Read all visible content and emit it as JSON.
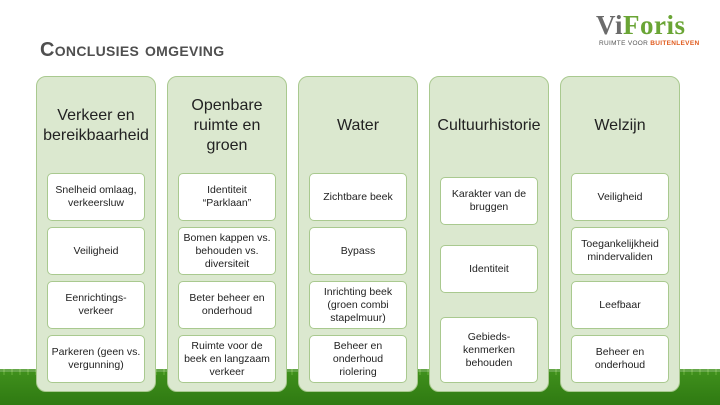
{
  "slide": {
    "title": "Conclusies omgeving",
    "logo": {
      "vi": "Vi",
      "foris": "Foris",
      "tagline_pre": "RUIMTE VOOR ",
      "tagline_accent": "BUITENLEVEN"
    }
  },
  "columns": [
    {
      "header": "Verkeer en bereikbaarheid",
      "items": [
        "Snelheid omlaag, verkeersluw",
        "Veiligheid",
        "Eenrichtings-verkeer",
        "Parkeren (geen vs. vergunning)"
      ]
    },
    {
      "header": "Openbare ruimte en groen",
      "items": [
        "Identiteit “Parklaan”",
        "Bomen kappen vs. behouden vs. diversiteit",
        "Beter beheer en onderhoud",
        "Ruimte voor de beek en langzaam verkeer"
      ]
    },
    {
      "header": "Water",
      "items": [
        "Zichtbare beek",
        "Bypass",
        "Inrichting beek (groen combi stapelmuur)",
        "Beheer en onderhoud riolering"
      ]
    },
    {
      "header": "Cultuurhistorie",
      "items": [
        "Karakter van de bruggen",
        "Identiteit",
        "Gebieds-kenmerken behouden"
      ]
    },
    {
      "header": "Welzijn",
      "items": [
        "Veiligheid",
        "Toegankelijkheid mindervaliden",
        "Leefbaar",
        "Beheer en onderhoud"
      ]
    }
  ],
  "colors": {
    "panel": "#dbe8cf",
    "panel_border": "#a9c98f",
    "title": "#4f4f4f",
    "logo_green": "#6aa535",
    "logo_accent": "#e05a1c",
    "grass": "#3f8f1c"
  }
}
